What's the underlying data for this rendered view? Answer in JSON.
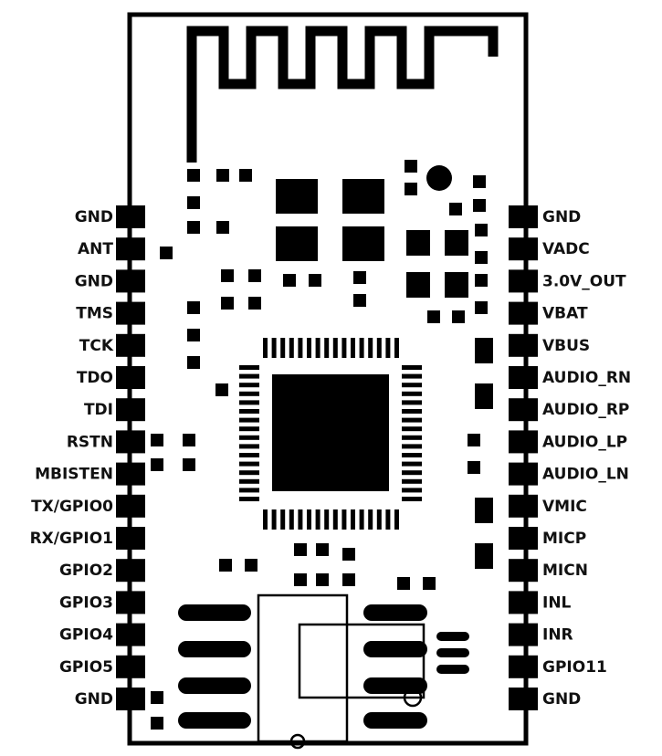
{
  "diagram": {
    "colors": {
      "ink": "#000000",
      "background": "#ffffff"
    },
    "left_pins": [
      "GND",
      "ANT",
      "GND",
      "TMS",
      "TCK",
      "TDO",
      "TDI",
      "RSTN",
      "MBISTEN",
      "TX/GPIO0",
      "RX/GPIO1",
      "GPIO2",
      "GPIO3",
      "GPIO4",
      "GPIO5",
      "GND"
    ],
    "right_pins": [
      "GND",
      "VADC",
      "3.0V_OUT",
      "VBAT",
      "VBUS",
      "AUDIO_RN",
      "AUDIO_RP",
      "AUDIO_LP",
      "AUDIO_LN",
      "VMIC",
      "MICP",
      "MICN",
      "INL",
      "INR",
      "GPIO11",
      "GND"
    ]
  }
}
